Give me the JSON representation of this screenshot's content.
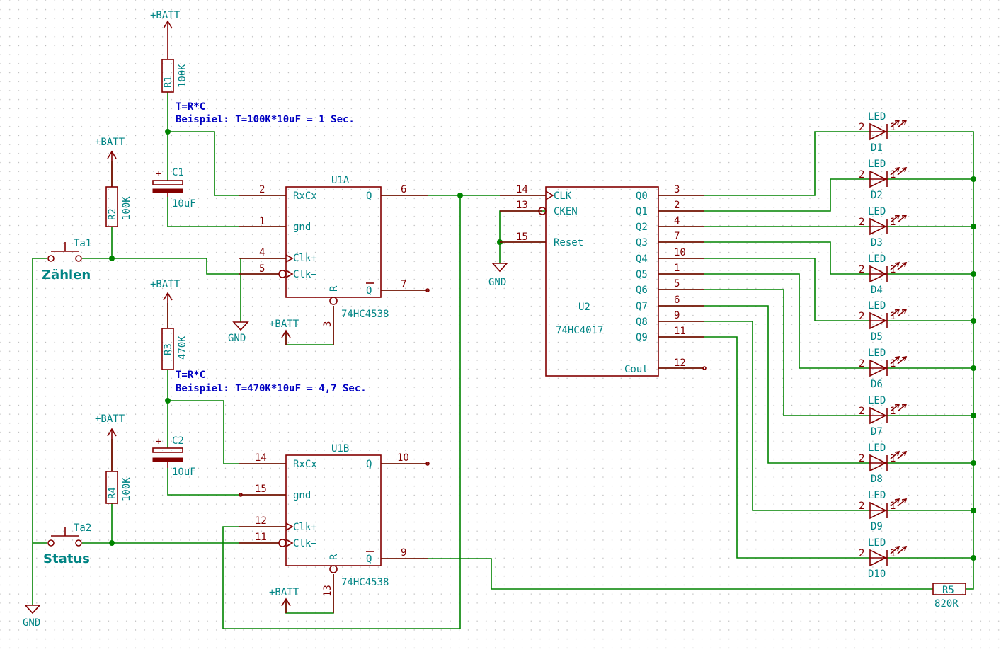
{
  "power_labels": {
    "batt_r1": "+BATT",
    "batt_r2": "+BATT",
    "batt_r3": "+BATT",
    "batt_r4": "+BATT",
    "batt_u1a_r": "+BATT",
    "batt_u1b_r": "+BATT",
    "gnd_main": "GND",
    "gnd_u1a": "GND",
    "gnd_u2": "GND"
  },
  "components": {
    "r1": {
      "ref": "R1",
      "value": "100K"
    },
    "r2": {
      "ref": "R2",
      "value": "100K"
    },
    "r3": {
      "ref": "R3",
      "value": "470K"
    },
    "r4": {
      "ref": "R4",
      "value": "100K"
    },
    "r5": {
      "ref": "R5",
      "value": "820R"
    },
    "c1": {
      "ref": "C1",
      "value": "10uF",
      "plus": "+"
    },
    "c2": {
      "ref": "C2",
      "value": "10uF",
      "plus": "+"
    },
    "ta1": {
      "ref": "Ta1",
      "label": "Zählen"
    },
    "ta2": {
      "ref": "Ta2",
      "label": "Status"
    },
    "u1a": {
      "ref": "U1A",
      "value": "74HC4538"
    },
    "u1b": {
      "ref": "U1B",
      "value": "74HC4538"
    },
    "u2": {
      "ref": "U2",
      "value": "74HC4017"
    }
  },
  "notes": {
    "note1_l1": "T=R*C",
    "note1_l2": "Beispiel: T=100K*10uF = 1 Sec.",
    "note2_l1": "T=R*C",
    "note2_l2": "Beispiel: T=470K*10uF = 4,7 Sec."
  },
  "u1a_pins": {
    "rxcx": "RxCx",
    "rxcx_n": "2",
    "gnd": "gnd",
    "gnd_n": "1",
    "clkp": "Clk+",
    "clkp_n": "4",
    "clkm": "Clk−",
    "clkm_n": "5",
    "q": "Q",
    "q_n": "6",
    "qb": "Q",
    "qb_n": "7",
    "r": "R",
    "r_n": "3"
  },
  "u1b_pins": {
    "rxcx": "RxCx",
    "rxcx_n": "14",
    "gnd": "gnd",
    "gnd_n": "15",
    "clkp": "Clk+",
    "clkp_n": "12",
    "clkm": "Clk−",
    "clkm_n": "11",
    "q": "Q",
    "q_n": "10",
    "qb": "Q",
    "qb_n": "9",
    "r": "R",
    "r_n": "13"
  },
  "u2_pins": {
    "clk": "CLK",
    "clk_n": "14",
    "cken": "CKEN",
    "cken_n": "13",
    "reset": "Reset",
    "reset_n": "15",
    "cout": "Cout",
    "cout_n": "12",
    "outputs": [
      {
        "name": "Q0",
        "num": "3"
      },
      {
        "name": "Q1",
        "num": "2"
      },
      {
        "name": "Q2",
        "num": "4"
      },
      {
        "name": "Q3",
        "num": "7"
      },
      {
        "name": "Q4",
        "num": "10"
      },
      {
        "name": "Q5",
        "num": "1"
      },
      {
        "name": "Q6",
        "num": "5"
      },
      {
        "name": "Q7",
        "num": "6"
      },
      {
        "name": "Q8",
        "num": "9"
      },
      {
        "name": "Q9",
        "num": "11"
      }
    ]
  },
  "leds": [
    {
      "ref": "D1",
      "value": "LED",
      "a": "2",
      "k": "1"
    },
    {
      "ref": "D2",
      "value": "LED",
      "a": "2",
      "k": "1"
    },
    {
      "ref": "D3",
      "value": "LED",
      "a": "2",
      "k": "1"
    },
    {
      "ref": "D4",
      "value": "LED",
      "a": "2",
      "k": "1"
    },
    {
      "ref": "D5",
      "value": "LED",
      "a": "2",
      "k": "1"
    },
    {
      "ref": "D6",
      "value": "LED",
      "a": "2",
      "k": "1"
    },
    {
      "ref": "D7",
      "value": "LED",
      "a": "2",
      "k": "1"
    },
    {
      "ref": "D8",
      "value": "LED",
      "a": "2",
      "k": "1"
    },
    {
      "ref": "D9",
      "value": "LED",
      "a": "2",
      "k": "1"
    },
    {
      "ref": "D10",
      "value": "LED",
      "a": "2",
      "k": "1"
    }
  ],
  "colors": {
    "wire": "#008400",
    "symbol": "#840000",
    "text": "#008484",
    "note": "#0000c2"
  }
}
